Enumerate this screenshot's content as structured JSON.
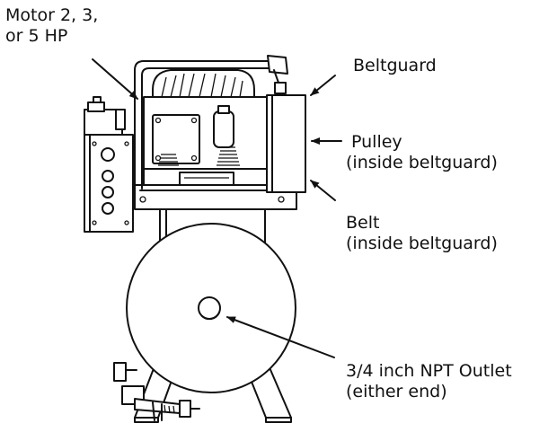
{
  "callouts": {
    "motor": [
      "Motor 2, 3,",
      "or 5 HP"
    ],
    "beltguard": "Beltguard",
    "pulley": [
      "Pulley",
      "(inside beltguard)"
    ],
    "belt": [
      "Belt",
      "(inside beltguard)"
    ],
    "outlet": [
      "3/4 inch NPT Outlet",
      "(either end)"
    ]
  }
}
